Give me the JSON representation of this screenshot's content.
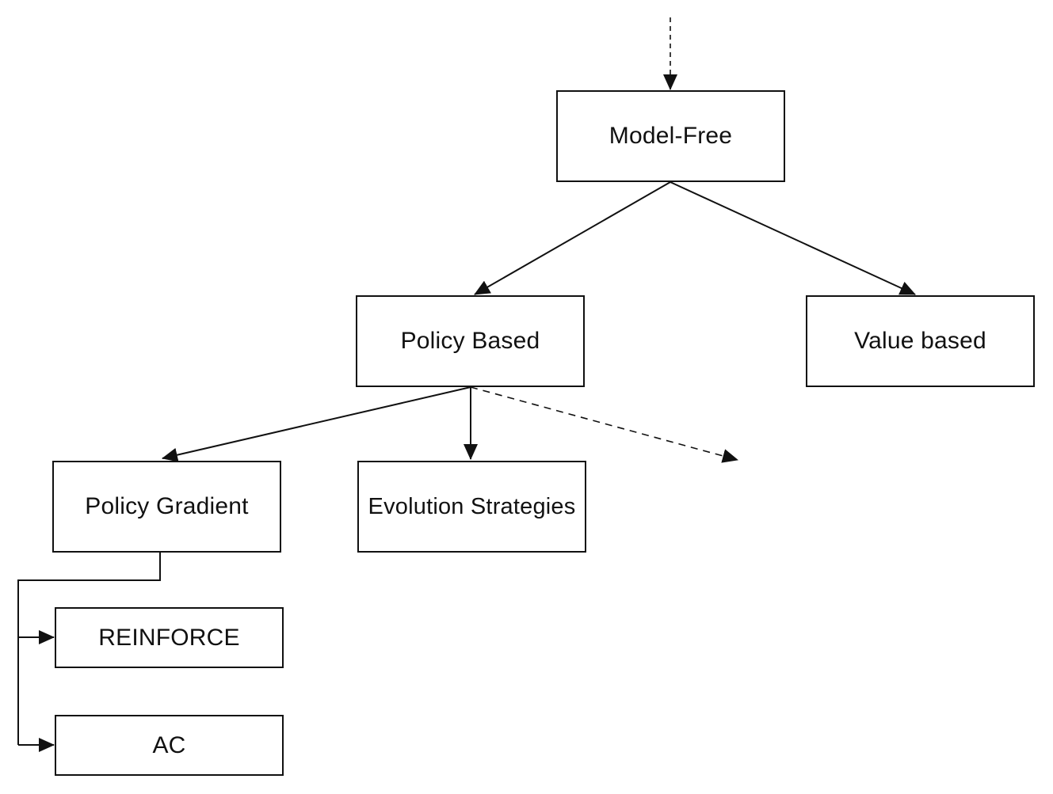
{
  "nodes": {
    "model_free": "Model-Free",
    "policy_based": "Policy Based",
    "value_based": "Value based",
    "policy_gradient": "Policy Gradient",
    "evolution_strategies": "Evolution Strategies",
    "reinforce": "REINFORCE",
    "ac": "AC"
  },
  "colors": {
    "line": "#111111",
    "background": "#ffffff"
  }
}
